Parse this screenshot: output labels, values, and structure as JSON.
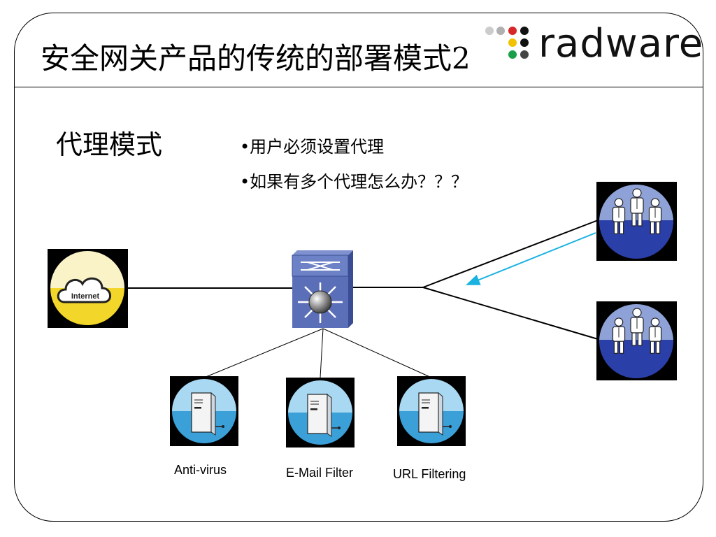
{
  "title": "安全网关产品的传统的部署模式2",
  "logo": {
    "text": "radware"
  },
  "subtitle": "代理模式",
  "bullets": [
    "•用户必须设置代理",
    "•如果有多个代理怎么办？？？"
  ],
  "internet_label": "Internet",
  "servers": [
    {
      "label": "Anti-virus"
    },
    {
      "label": "E-Mail Filter"
    },
    {
      "label": "URL Filtering"
    }
  ],
  "colors": {
    "user_blue": "#2a3fa8",
    "user_light": "#8ea2d8",
    "server_blue": "#3b9fd8",
    "server_light": "#a8d8f2",
    "internet_yellow": "#f2d629",
    "switch_blue": "#5a6fb8",
    "arrow_cyan": "#1ab2e0"
  },
  "icons": [
    "internet-cloud-icon",
    "switch-icon",
    "server-icon",
    "users-group-icon"
  ]
}
